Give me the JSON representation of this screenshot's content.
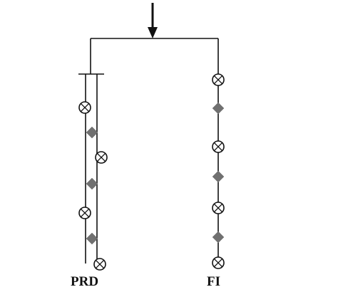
{
  "labels": {
    "left": "PRD",
    "right": "FI"
  },
  "left_sequence": [
    "lamp",
    "diamond",
    "lamp",
    "diamond",
    "lamp",
    "diamond",
    "lamp"
  ],
  "right_sequence": [
    "lamp",
    "diamond",
    "lamp",
    "diamond",
    "lamp",
    "diamond",
    "lamp"
  ],
  "icons": {
    "arrow": "down-arrow-icon",
    "lamp": "lamp-icon",
    "diamond": "diamond-icon"
  },
  "colors": {
    "line": "#111111",
    "diamond": "#707070"
  }
}
